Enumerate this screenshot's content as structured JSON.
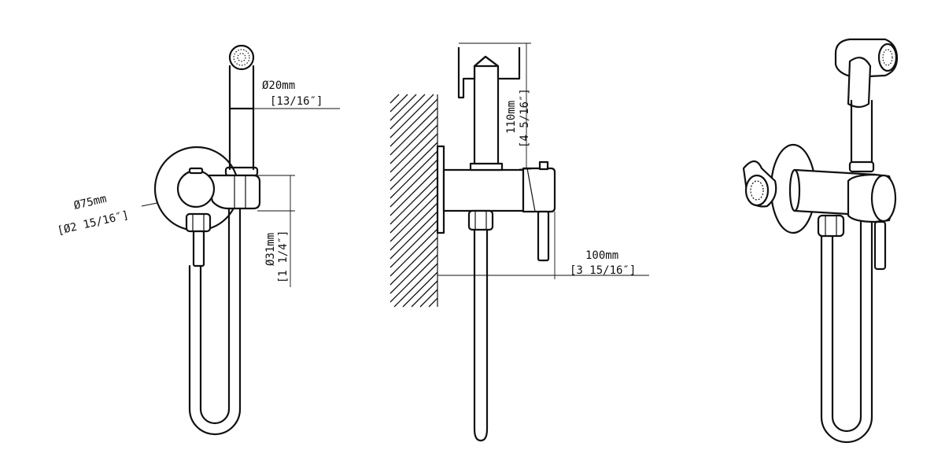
{
  "dimensions": {
    "spray_diameter": {
      "metric": "Ø20mm",
      "imperial": "[13/16″]"
    },
    "plate_diameter": {
      "metric": "Ø75mm",
      "imperial": "[Ø2  15/16″]"
    },
    "valve_diameter": {
      "metric": "Ø31mm",
      "imperial": "[1  1/4″]"
    },
    "spray_height": {
      "metric": "110mm",
      "imperial": "[4  5/16″]"
    },
    "projection": {
      "metric": "100mm",
      "imperial": "[3  15/16″]"
    }
  },
  "icons": [
    "front-view-drawing",
    "side-view-drawing",
    "perspective-view-drawing",
    "wall-hatch"
  ],
  "colors": {
    "line": "#111111",
    "background": "#ffffff"
  }
}
